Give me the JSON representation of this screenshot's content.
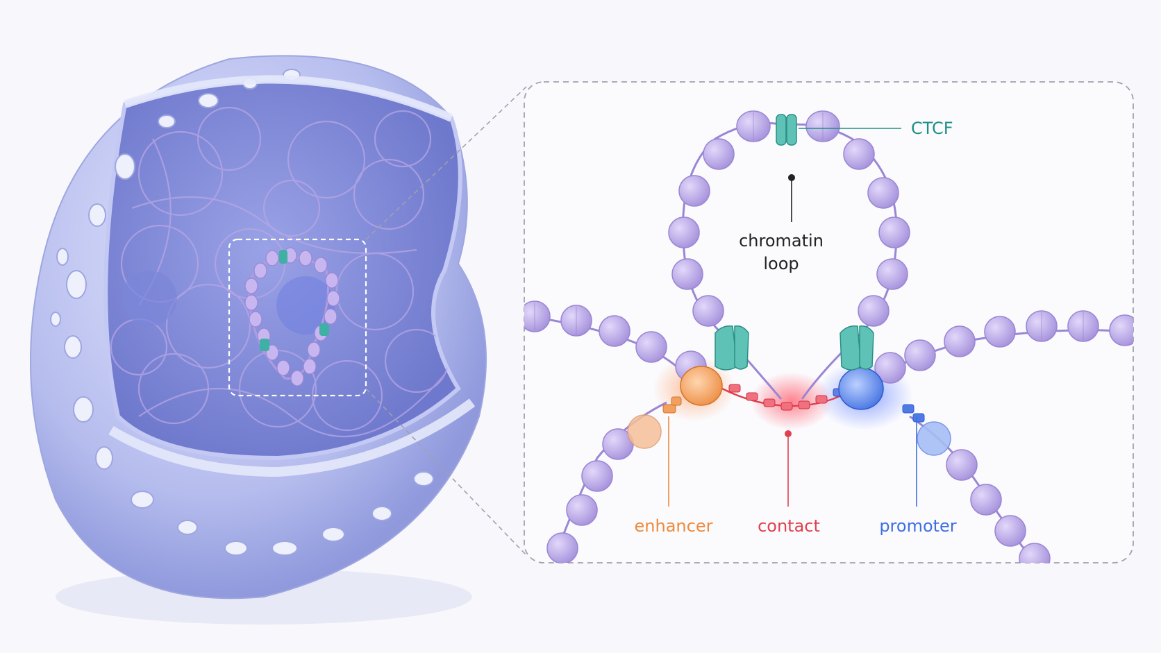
{
  "labels": {
    "ctcf": "CTCF",
    "loop_line1": "chromatin",
    "loop_line2": "loop",
    "enhancer": "enhancer",
    "contact": "contact",
    "promoter": "promoter"
  },
  "colors": {
    "background": "#f8f8fc",
    "nucleus": "#aab4ea",
    "nucleus_inner": "#7e88d6",
    "bead": "#b6a4e4",
    "bead_stroke": "#9a86d4",
    "ctcf": "#3fb0a4",
    "ctcf_label": "#1f8f86",
    "enhancer": "#ee8a3c",
    "contact": "#e0404f",
    "promoter": "#3f6fe0",
    "dashed_frame": "#a0a0b0",
    "label_dark": "#222222"
  }
}
